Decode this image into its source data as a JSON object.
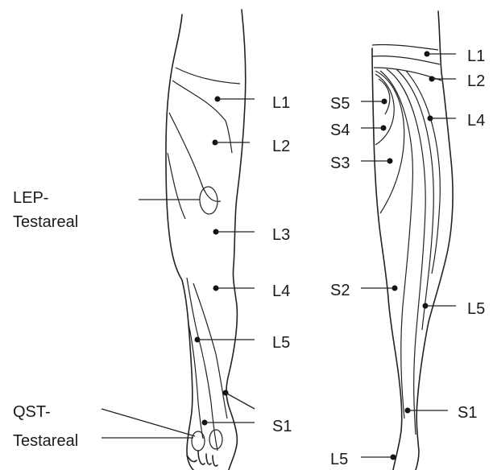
{
  "front_leg": {
    "labels": [
      "L1",
      "L2",
      "L3",
      "L4",
      "L5",
      "S1"
    ],
    "lep_label": [
      "LEP-",
      "Testareal"
    ],
    "qst_label": [
      "QST-",
      "Testareal"
    ]
  },
  "back_leg": {
    "right_labels": [
      "L1",
      "L2",
      "L4",
      "L5",
      "S1"
    ],
    "left_labels": [
      "S5",
      "S4",
      "S3",
      "S2",
      "L5"
    ]
  }
}
